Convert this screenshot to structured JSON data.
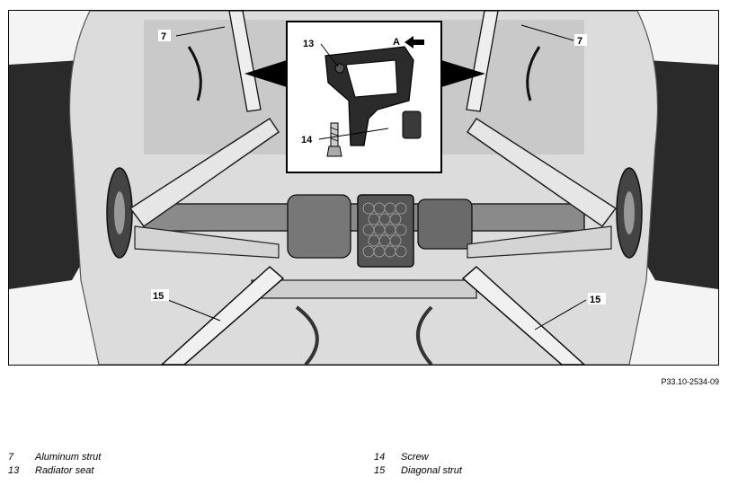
{
  "callouts": {
    "c7": "7",
    "c13": "13",
    "c14": "14",
    "c15": "15",
    "cA": "A"
  },
  "figure_ref": "P33.10-2534-09",
  "legend": [
    {
      "num": "7",
      "text": "Aluminum strut"
    },
    {
      "num": "13",
      "text": "Radiator seat"
    },
    {
      "num": "14",
      "text": "Screw"
    },
    {
      "num": "15",
      "text": "Diagonal strut"
    }
  ]
}
